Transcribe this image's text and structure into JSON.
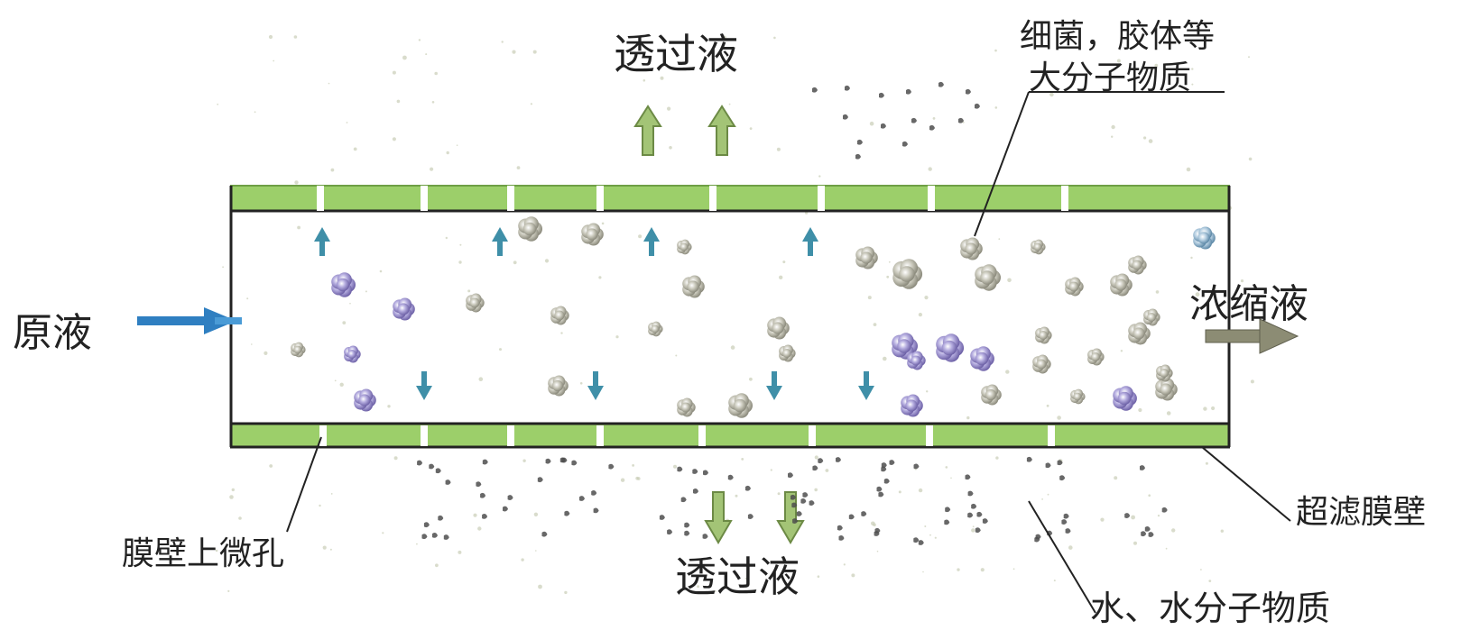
{
  "labels": {
    "feed": "原液",
    "permeate_top": "透过液",
    "permeate_bottom": "透过液",
    "concentrate": "浓缩液",
    "macromolecules_line1": "细菌，胶体等",
    "macromolecules_line2": "大分子物质",
    "membrane_wall": "超滤膜壁",
    "micropores": "膜壁上微孔",
    "water": "水、水分子物质"
  },
  "colors": {
    "membrane": "#9ccf6a",
    "membrane_edge": "#6e9f45",
    "wall_line": "#222222",
    "feed_arrow": "#2f7fc1",
    "small_flow_arrow": "#3f8fa8",
    "permeate_arrow": "#a3c476",
    "concentrate_arrow": "#8c8c74",
    "particle_purple": "#8a7cc0",
    "particle_gray": "#a7a697",
    "particle_blue": "#7ea4bf",
    "small_molecule": "#5a5a5a"
  }
}
